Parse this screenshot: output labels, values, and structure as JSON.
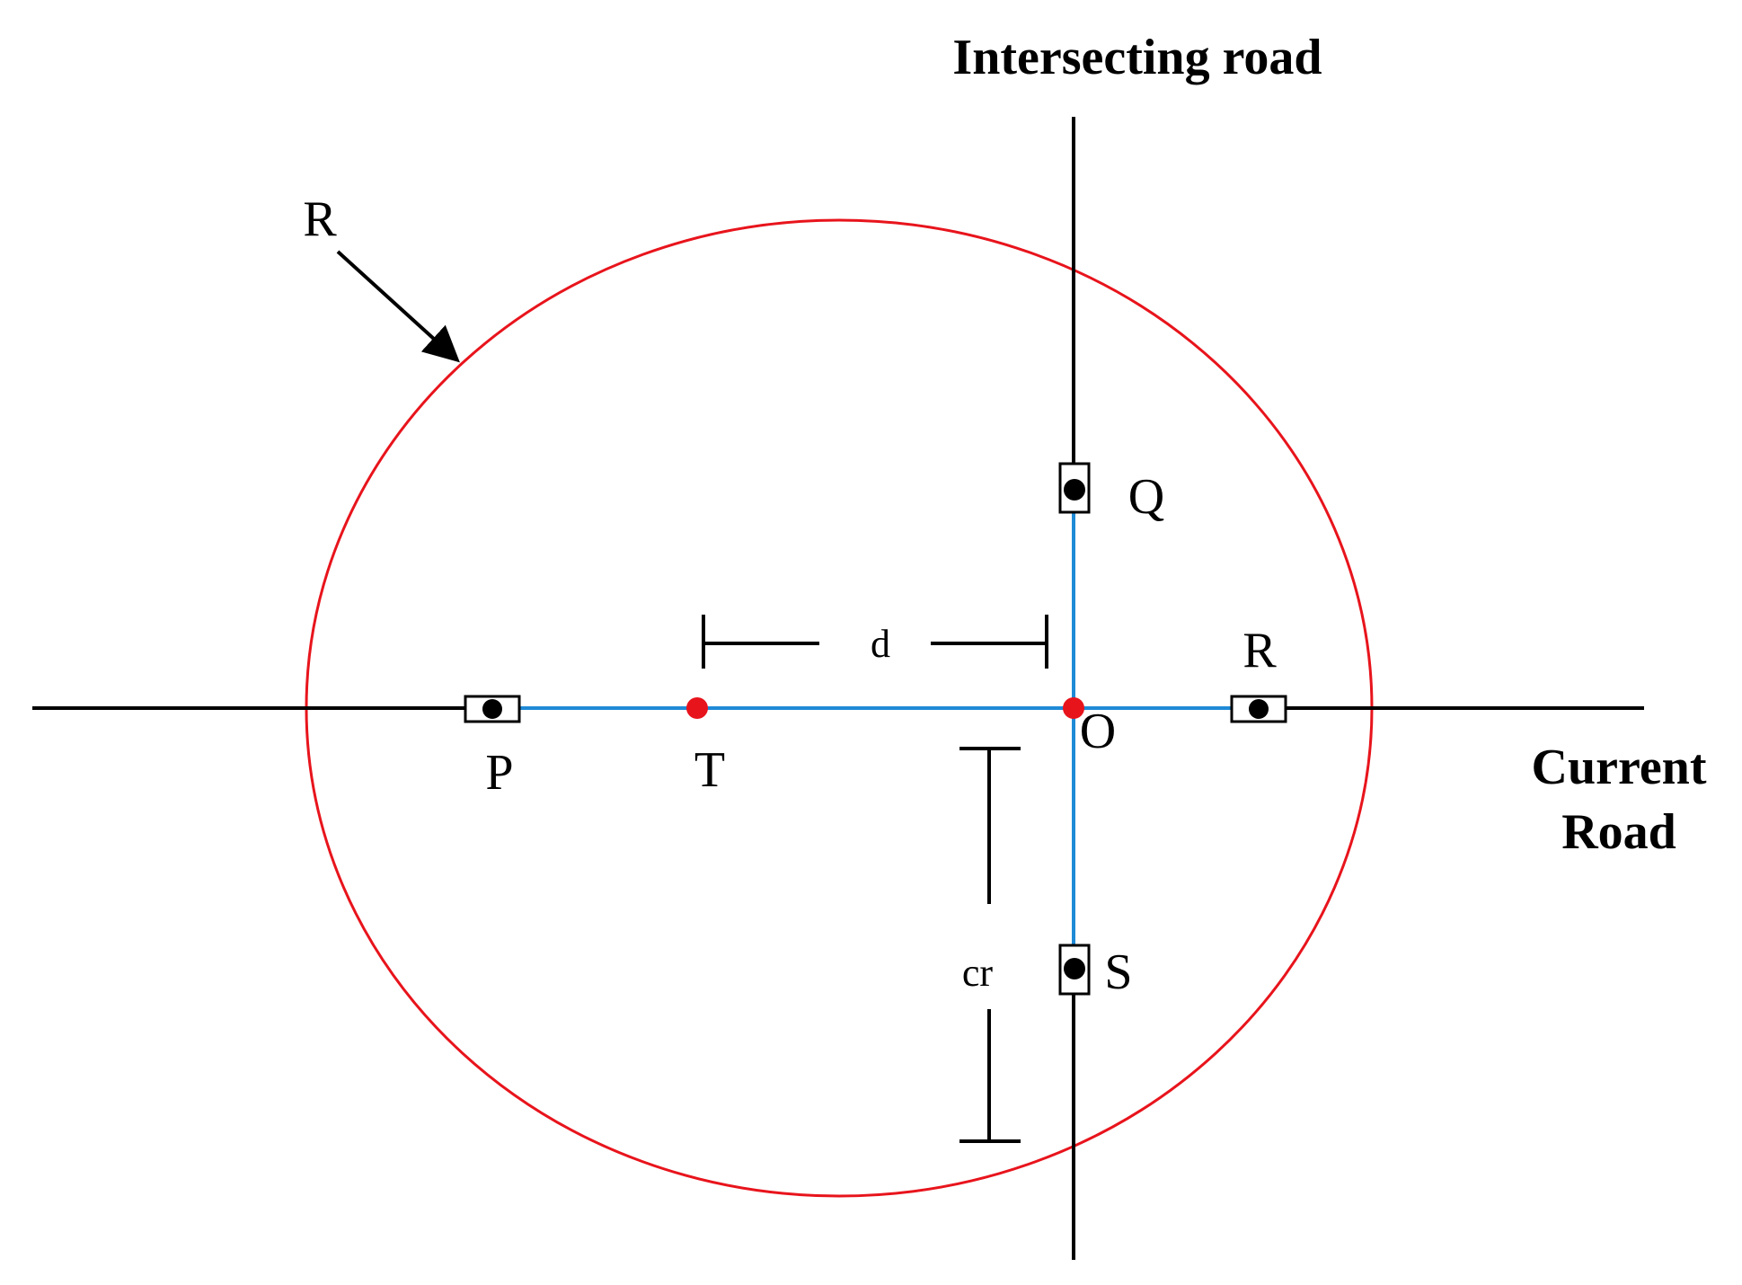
{
  "titles": {
    "intersecting_road": "Intersecting road",
    "current_road_line1": "Current",
    "current_road_line2": "Road"
  },
  "labels": {
    "range": "R",
    "vehicle_p": "P",
    "vehicle_q": "Q",
    "vehicle_r": "R",
    "vehicle_s": "S",
    "node_t": "T",
    "node_o": "O",
    "distance": "d",
    "coverage_radius": "cr"
  },
  "colors": {
    "road": "#000000",
    "link": "#1f8ad6",
    "range_circle": "#e8141c",
    "node": "#e8141c",
    "vehicle": "#000000"
  }
}
